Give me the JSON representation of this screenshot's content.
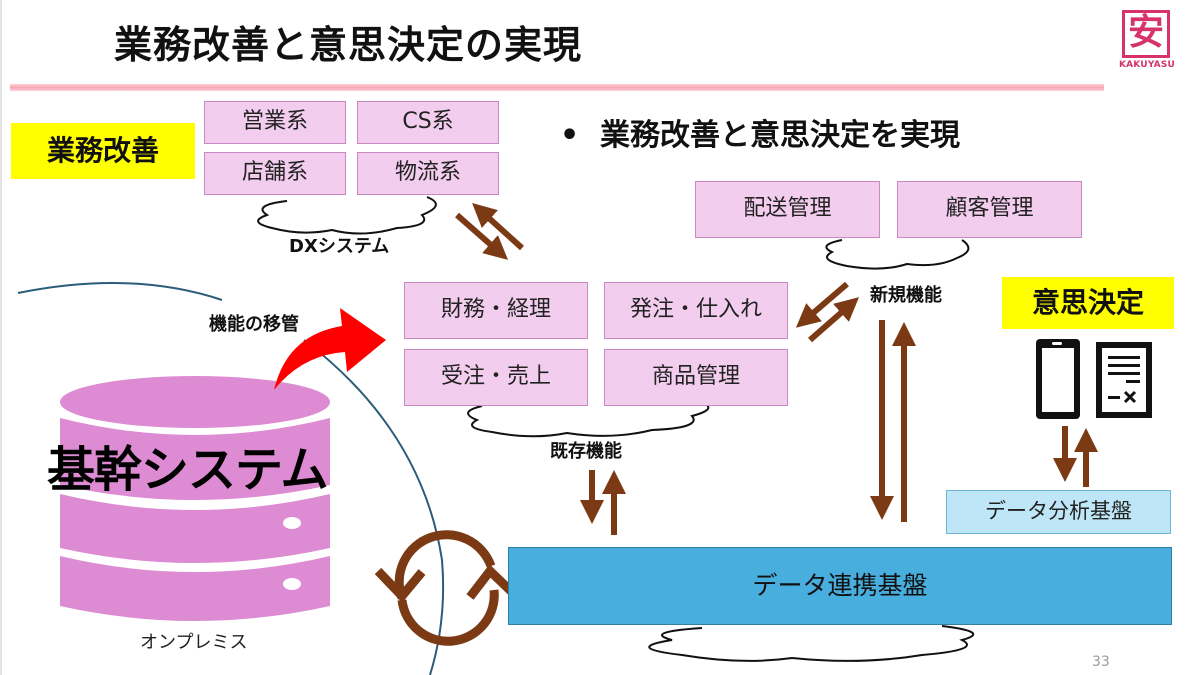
{
  "slide": {
    "title": "業務改善と意思決定の実現",
    "page_number": "33",
    "logo": {
      "glyph": "安",
      "text": "KAKUYASU",
      "brand_color": "#d6336c"
    },
    "bullet": {
      "marker": "•",
      "text": "業務改善と意思決定を実現"
    }
  },
  "tags": {
    "business_improvement": "業務改善",
    "decision_making": "意思決定"
  },
  "dx_system": {
    "label": "DXシステム",
    "boxes": [
      "営業系",
      "CS系",
      "店舗系",
      "物流系"
    ]
  },
  "new_functions": {
    "label": "新規機能",
    "boxes": [
      "配送管理",
      "顧客管理"
    ]
  },
  "existing_functions": {
    "label": "既存機能",
    "boxes": [
      "財務・経理",
      "発注・仕入れ",
      "受注・売上",
      "商品管理"
    ]
  },
  "core_system": {
    "title": "基幹システム",
    "subtitle": "オンプレミス",
    "migration_label": "機能の移管"
  },
  "platforms": {
    "data_integration": "データ連携基盤",
    "data_analysis": "データ分析基盤"
  },
  "colors": {
    "box_fill": "#f2cdee",
    "box_border": "#c98ac3",
    "highlight": "#ffff00",
    "arrow": "#7b3a14",
    "migration_arrow": "#ff0000",
    "integration_fill": "#47aede",
    "analysis_fill": "#bfe6f7",
    "database_fill": "#dd8bd2"
  }
}
